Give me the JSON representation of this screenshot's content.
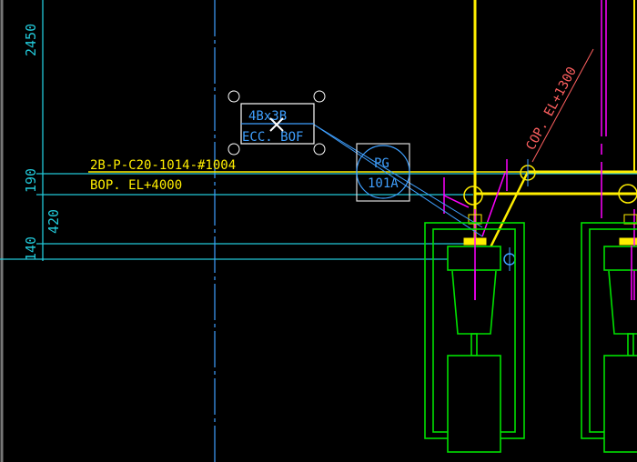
{
  "dimensions": {
    "d2450": "2450",
    "d190": "190",
    "d420": "420",
    "d140": "140"
  },
  "labels": {
    "line_number": "2B-P-C20-1014-#1004",
    "bop_elevation": "BOP. EL+4000",
    "cop_elevation": "COP. EL+1300",
    "reducer_size": "4Bx3B",
    "reducer_type": "ECC. BOF",
    "pump_tag_top": "PG",
    "pump_tag_bottom": "101A"
  },
  "colors": {
    "dimension": "#22c8d8",
    "pipe": "#ffee00",
    "equipment": "#00e000",
    "centerline": "#ff00ff",
    "annotation": "#ff6060",
    "grip": "#ffffff"
  }
}
